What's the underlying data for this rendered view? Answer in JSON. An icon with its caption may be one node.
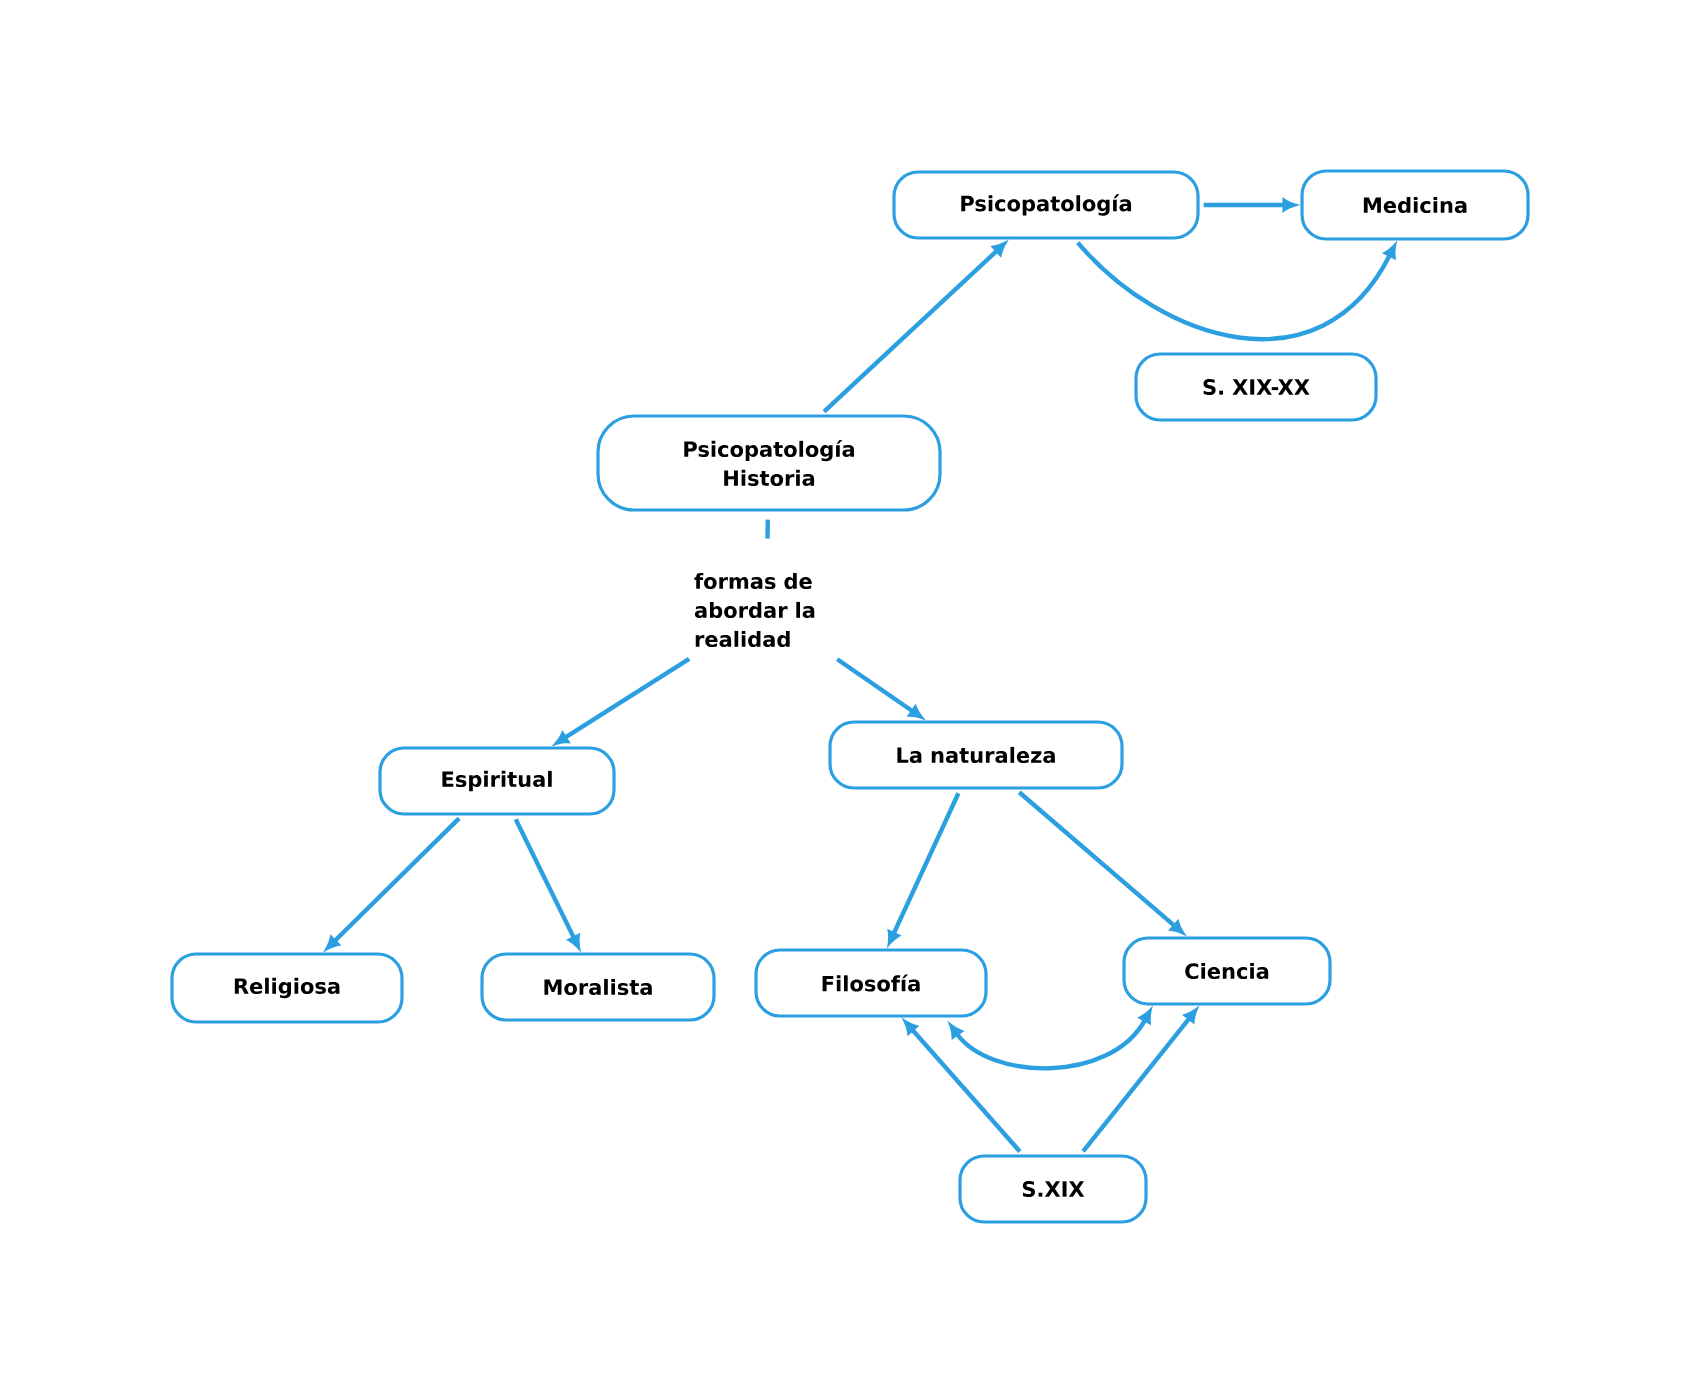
{
  "diagram": {
    "nodes": [
      {
        "text": [
          "Psicopatología"
        ]
      },
      {
        "text": [
          "Medicina"
        ]
      },
      {
        "text": [
          "S. XIX-XX"
        ]
      },
      {
        "text": [
          "Psicopatología Historia"
        ]
      },
      {
        "text": [
          "formas de abordar la realidad"
        ]
      },
      {
        "text": [
          "Espiritual"
        ]
      },
      {
        "text": [
          "La naturaleza"
        ]
      },
      {
        "text": [
          "Religiosa"
        ]
      },
      {
        "text": [
          "Moralista"
        ]
      },
      {
        "text": [
          "Filosofía"
        ]
      },
      {
        "text": [
          "Ciencia"
        ]
      },
      {
        "text": [
          "S.XIX"
        ]
      }
    ],
    "edges": [
      {
        "from": 3,
        "to": 0,
        "arrow": "to"
      },
      {
        "from": 0,
        "to": 1,
        "arrow": "to"
      },
      {
        "from": 0,
        "to": 1,
        "arrow": "to"
      },
      {
        "from": 3,
        "to": 4,
        "arrow": "none"
      },
      {
        "from": 4,
        "to": 5,
        "arrow": "to"
      },
      {
        "from": 4,
        "to": 6,
        "arrow": "to"
      },
      {
        "from": 5,
        "to": 7,
        "arrow": "to"
      },
      {
        "from": 5,
        "to": 8,
        "arrow": "to"
      },
      {
        "from": 6,
        "to": 9,
        "arrow": "to"
      },
      {
        "from": 6,
        "to": 10,
        "arrow": "to"
      },
      {
        "from": 9,
        "to": 10,
        "arrow": "both"
      },
      {
        "from": 11,
        "to": 9,
        "arrow": "to"
      },
      {
        "from": 11,
        "to": 10,
        "arrow": "to"
      }
    ]
  }
}
